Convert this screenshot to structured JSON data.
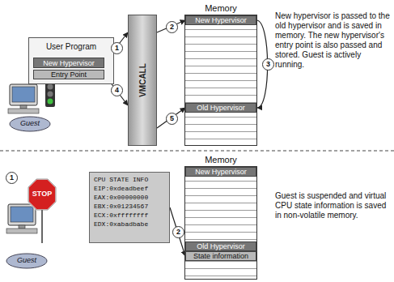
{
  "diagram": {
    "nodes": [
      {
        "text": [
          "User Program"
        ]
      },
      {
        "text": [
          "New Hypervisor"
        ],
        "in": 0
      },
      {
        "text": [
          "Entry Point"
        ],
        "in": 0
      },
      {
        "text": [
          "VMCALL"
        ]
      },
      {
        "text": [
          "Memory"
        ]
      },
      {
        "text": [
          "New Hypervisor"
        ],
        "in": 4
      },
      {
        "text": [
          "Old Hypervisor"
        ],
        "in": 4
      },
      {
        "text": [
          "CPU STATE INFO",
          "EIP:0xdeadbeef",
          "EAX:0x00000000",
          "EBX:0x01234567",
          "ECX:0xffffffff",
          "EDX:0xabadbabe"
        ]
      },
      {
        "text": [
          "Memory"
        ]
      },
      {
        "text": [
          "New Hypervisor"
        ],
        "in": 8
      },
      {
        "text": [
          "Old Hypervisor"
        ],
        "in": 8
      },
      {
        "text": [
          "State information"
        ],
        "in": 8
      }
    ],
    "edges": [
      {
        "from": 1,
        "to": 3,
        "label": "1",
        "arrow": "to"
      },
      {
        "from": 3,
        "to": 5,
        "label": "2",
        "arrow": "to"
      },
      {
        "from": 5,
        "to": 6,
        "label": "3",
        "arrow": "to"
      },
      {
        "from": 2,
        "to": 3,
        "label": "4",
        "arrow": "to"
      },
      {
        "from": 3,
        "to": 6,
        "label": "5",
        "arrow": "to"
      },
      {
        "from": 7,
        "to": 11,
        "label": "2",
        "arrow": "to"
      }
    ],
    "labels": [
      "New hypervisor is passed to the old hypervisor and is saved in memory. The new hypervisor's entry point is also passed and stored. Guest is actively running.",
      "Guest",
      "1",
      "STOP",
      "Guest",
      "Guest is suspended and virtual CPU state information is saved in non-volatile memory."
    ]
  }
}
